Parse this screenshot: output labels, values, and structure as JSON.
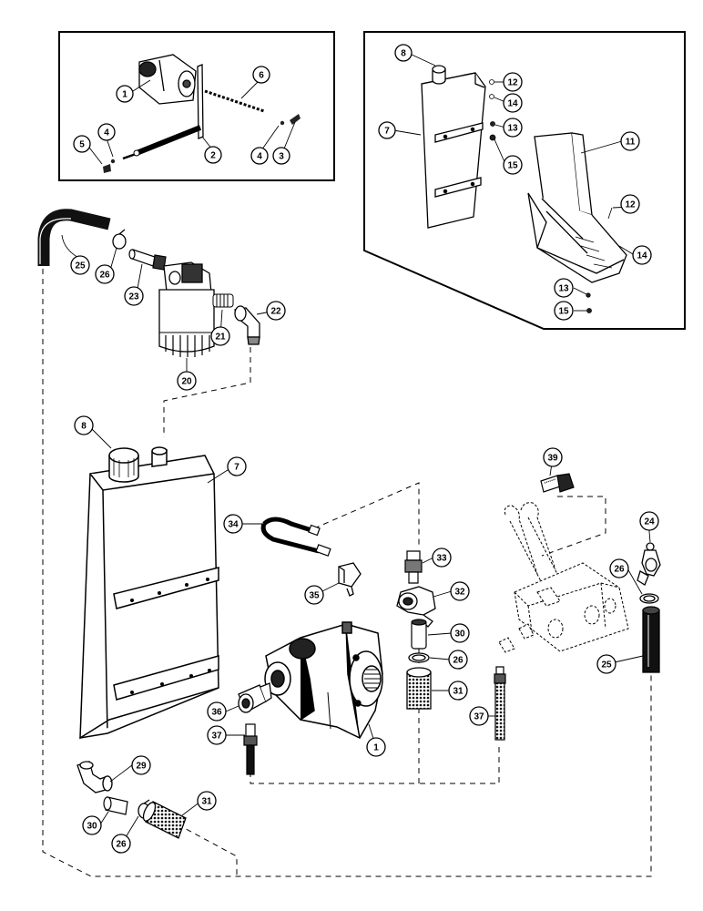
{
  "callouts": {
    "c1a": "1",
    "c2": "2",
    "c3": "3",
    "c4a": "4",
    "c4b": "4",
    "c5": "5",
    "c6": "6",
    "c8a": "8",
    "c7a": "7",
    "c12a": "12",
    "c14a": "14",
    "c13a": "13",
    "c15a": "15",
    "c11": "11",
    "c12b": "12",
    "c14b": "14",
    "c13b": "13",
    "c15b": "15",
    "c25a": "25",
    "c26a": "26",
    "c23": "23",
    "c20": "20",
    "c21": "21",
    "c22": "22",
    "c8b": "8",
    "c7b": "7",
    "c34": "34",
    "c35": "35",
    "c33": "33",
    "c32": "32",
    "c30a": "30",
    "c26b": "26",
    "c31a": "31",
    "c36": "36",
    "c37a": "37",
    "c1b": "1",
    "c39": "39",
    "c24": "24",
    "c26c": "26",
    "c25b": "25",
    "c37b": "37",
    "c29": "29",
    "c30b": "30",
    "c26d": "26",
    "c31b": "31"
  }
}
